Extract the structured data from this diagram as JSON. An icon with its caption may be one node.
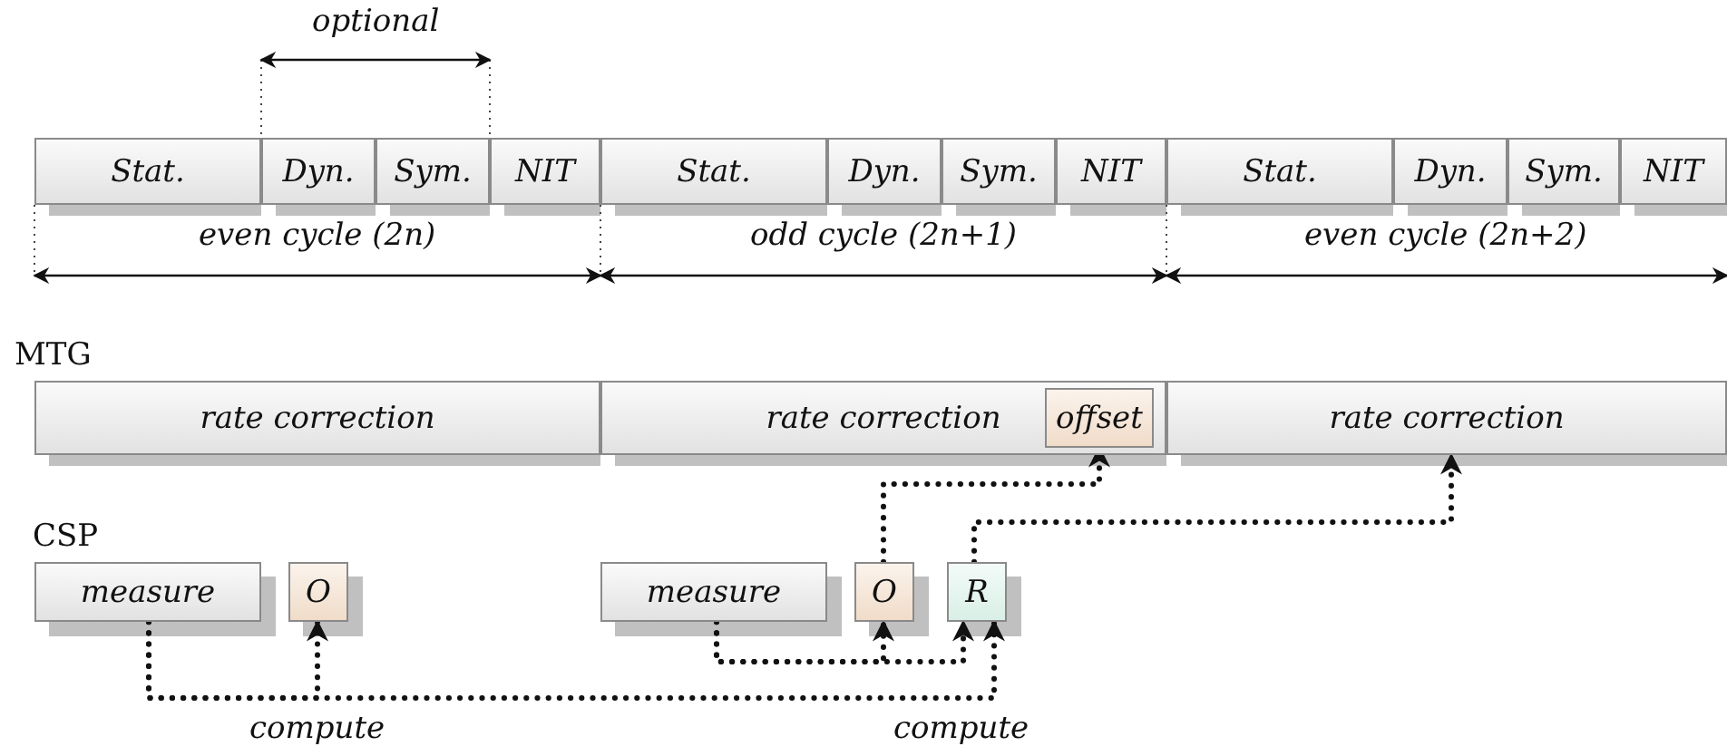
{
  "diagram": {
    "nodes": [
      {
        "text": [
          "Stat."
        ]
      },
      {
        "text": [
          "Dyn."
        ]
      },
      {
        "text": [
          "Sym."
        ]
      },
      {
        "text": [
          "NIT"
        ]
      },
      {
        "text": [
          "Stat."
        ]
      },
      {
        "text": [
          "Dyn."
        ]
      },
      {
        "text": [
          "Sym."
        ]
      },
      {
        "text": [
          "NIT"
        ]
      },
      {
        "text": [
          "Stat."
        ]
      },
      {
        "text": [
          "Dyn."
        ]
      },
      {
        "text": [
          "Sym."
        ]
      },
      {
        "text": [
          "NIT"
        ]
      },
      {
        "text": [
          "rate correction"
        ]
      },
      {
        "text": [
          "rate correction"
        ]
      },
      {
        "text": [
          "rate correction"
        ]
      },
      {
        "text": [
          "offset"
        ],
        "in": 13
      },
      {
        "text": [
          "measure"
        ]
      },
      {
        "text": [
          "O"
        ]
      },
      {
        "text": [
          "measure"
        ]
      },
      {
        "text": [
          "O"
        ]
      },
      {
        "text": [
          "R"
        ]
      }
    ],
    "edges": [
      {
        "from": 16,
        "to": 17,
        "arrow": "to",
        "style": "dashed"
      },
      {
        "from": 16,
        "to": 20,
        "arrow": "to",
        "style": "dashed"
      },
      {
        "from": 18,
        "to": 19,
        "arrow": "to",
        "style": "dashed"
      },
      {
        "from": 18,
        "to": 20,
        "arrow": "to",
        "style": "dashed"
      },
      {
        "from": 19,
        "to": 15,
        "arrow": "to",
        "style": "dashed"
      },
      {
        "from": 20,
        "to": 14,
        "arrow": "to",
        "style": "dashed"
      }
    ],
    "labels": [
      "optional",
      "even cycle (2n)",
      "odd cycle (2n+1)",
      "even cycle (2n+2)",
      "MTG",
      "CSP",
      "compute",
      "compute"
    ]
  }
}
